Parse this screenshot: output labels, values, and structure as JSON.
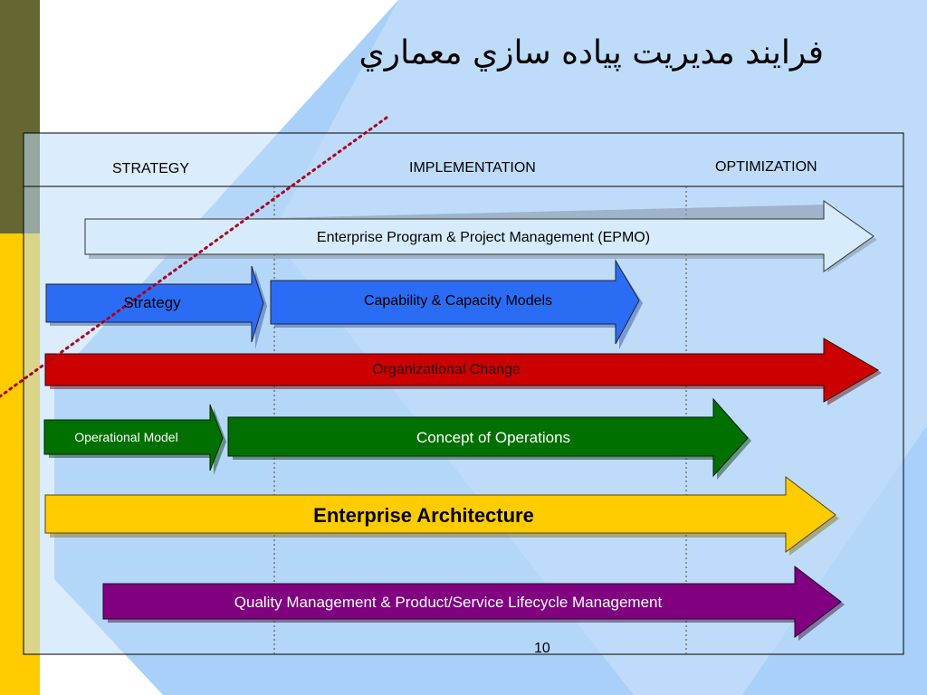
{
  "slide": {
    "title": "فرايند مديريت پياده سازي معماري",
    "page_number": "10"
  },
  "columns": [
    "STRATEGY",
    "IMPLEMENTATION",
    "OPTIMIZATION"
  ],
  "arrows": [
    {
      "label": "Enterprise Program & Project Management (EPMO)",
      "color": "#d6ecfc",
      "text_color": "#000000"
    },
    {
      "label": "Strategy",
      "color": "#2a6df4",
      "text_color": "#000000"
    },
    {
      "label": "Capability & Capacity Models",
      "color": "#2a6df4",
      "text_color": "#000000"
    },
    {
      "label": "Organizational Change",
      "color": "#cc0000",
      "text_color": "#1a1a1a"
    },
    {
      "label": "Operational Model",
      "color": "#007000",
      "text_color": "#ffffff"
    },
    {
      "label": "Concept of Operations",
      "color": "#007000",
      "text_color": "#ffffff"
    },
    {
      "label": "Enterprise Architecture",
      "color": "#ffcc00",
      "text_color": "#000000"
    },
    {
      "label": "Quality Management & Product/Service Lifecycle Management",
      "color": "#800080",
      "text_color": "#ffffff"
    }
  ],
  "colors": {
    "sidebar_olive": "#666633",
    "sidebar_yellow": "#ffcc00",
    "background_blue": "#a8d0f8",
    "table_fill": "#bedcfa",
    "dotted_line": "#aa0022"
  }
}
